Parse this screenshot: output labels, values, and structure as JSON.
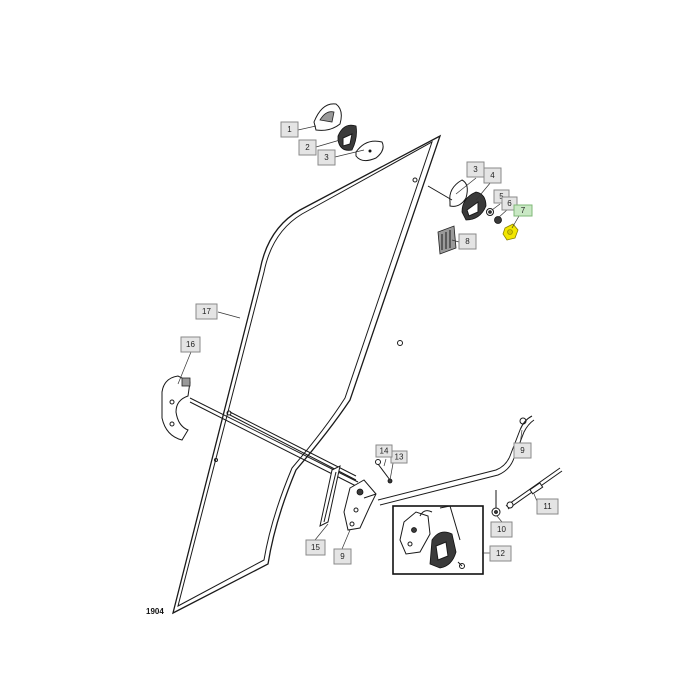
{
  "figure_id": "1904",
  "callouts": [
    {
      "id": "c1",
      "label": "1",
      "highlight": false
    },
    {
      "id": "c2",
      "label": "2",
      "highlight": false
    },
    {
      "id": "c3a",
      "label": "3",
      "highlight": false
    },
    {
      "id": "c3b",
      "label": "3",
      "highlight": false
    },
    {
      "id": "c4",
      "label": "4",
      "highlight": false
    },
    {
      "id": "c5",
      "label": "5",
      "highlight": false
    },
    {
      "id": "c6",
      "label": "6",
      "highlight": false
    },
    {
      "id": "c7",
      "label": "7",
      "highlight": true
    },
    {
      "id": "c8",
      "label": "8",
      "highlight": false
    },
    {
      "id": "c9a",
      "label": "9",
      "highlight": false
    },
    {
      "id": "c9b",
      "label": "9",
      "highlight": false
    },
    {
      "id": "c10",
      "label": "10",
      "highlight": false
    },
    {
      "id": "c11",
      "label": "11",
      "highlight": false
    },
    {
      "id": "c12",
      "label": "12",
      "highlight": false
    },
    {
      "id": "c13",
      "label": "13",
      "highlight": false
    },
    {
      "id": "c14",
      "label": "14",
      "highlight": false
    },
    {
      "id": "c15",
      "label": "15",
      "highlight": false
    },
    {
      "id": "c16",
      "label": "16",
      "highlight": false
    },
    {
      "id": "c17",
      "label": "17",
      "highlight": false
    }
  ],
  "colors": {
    "highlight_part": "#f2e600",
    "highlight_callout": "#c9e8c4",
    "callout": "#e4e4e4"
  }
}
